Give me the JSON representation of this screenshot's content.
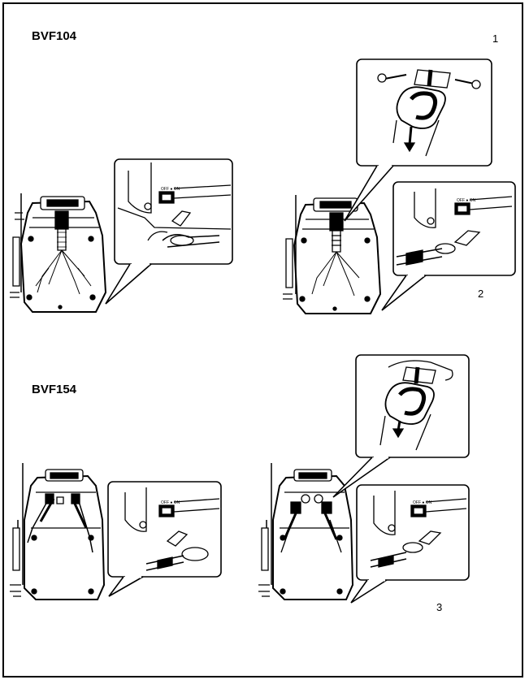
{
  "models": {
    "top": "BVF104",
    "bottom": "BVF154"
  },
  "step_numbers": {
    "s1": "1",
    "s2": "2",
    "s3": "3"
  },
  "callout_labels": {
    "switch": "OFF ● ON"
  }
}
